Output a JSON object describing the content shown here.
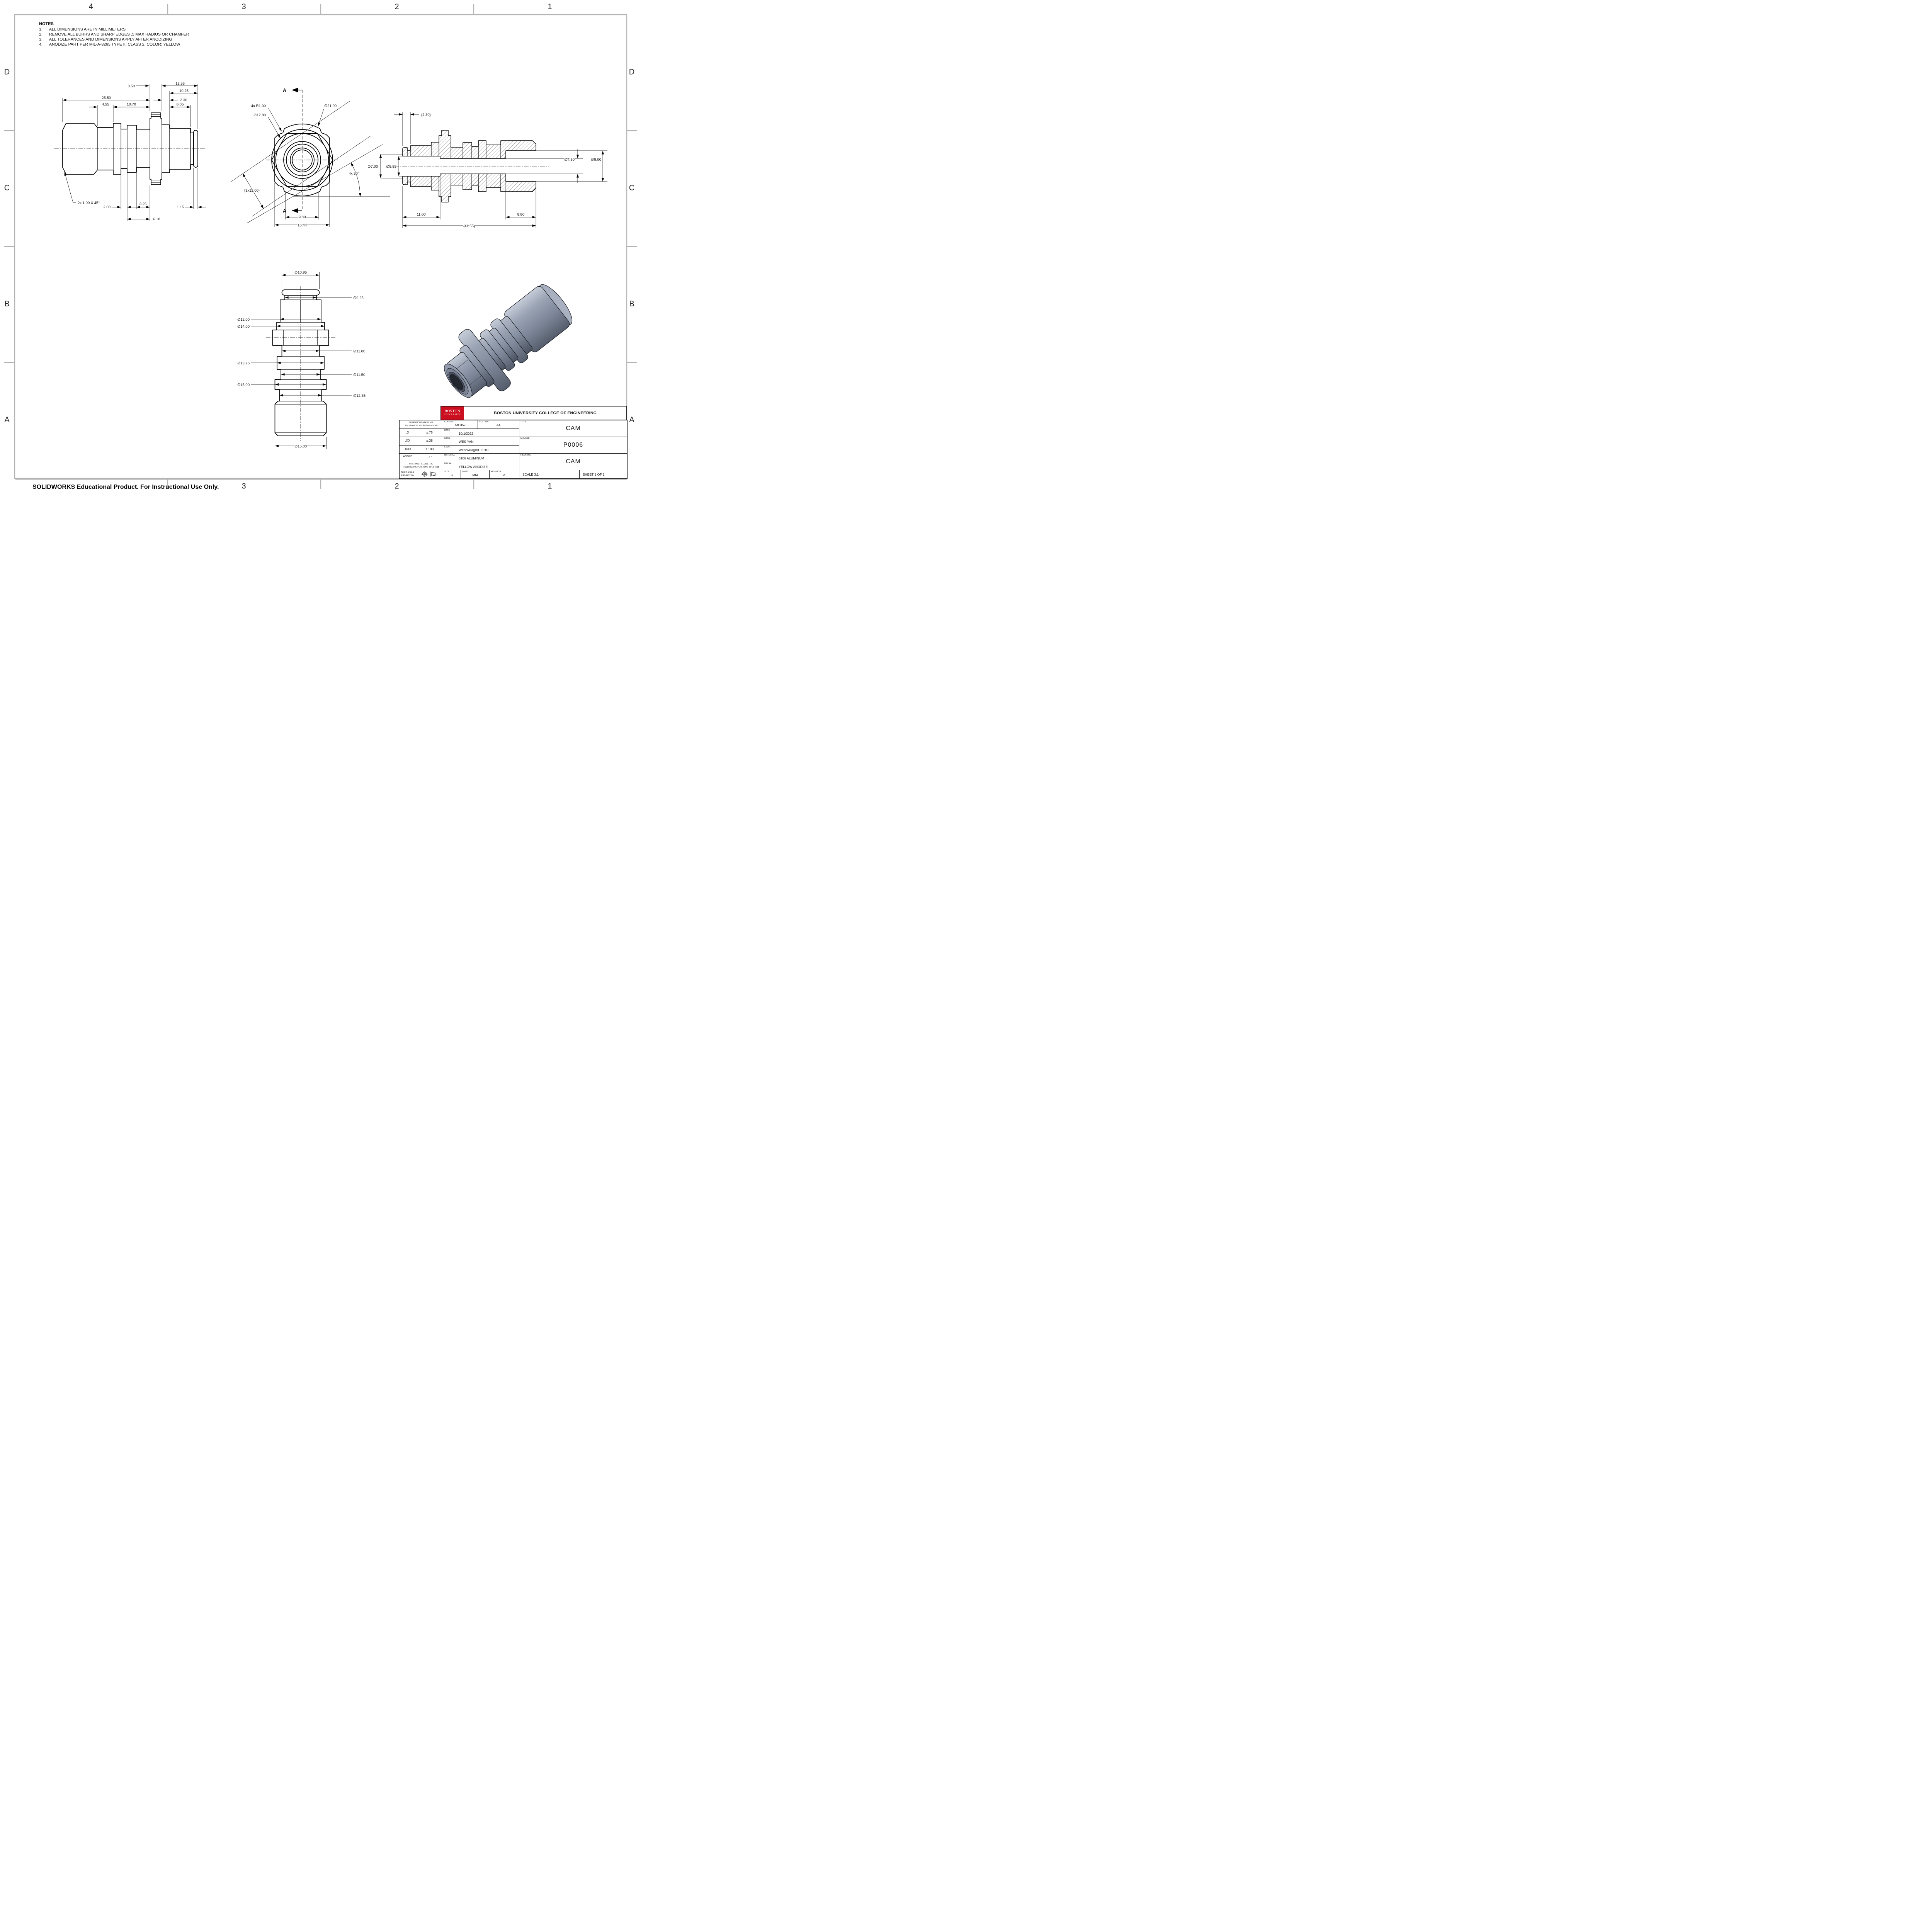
{
  "frame": {
    "zones_top": [
      "4",
      "3",
      "2",
      "1"
    ],
    "zones_bottom": [
      "3",
      "2",
      "1"
    ],
    "zones_left": [
      "D",
      "C",
      "B",
      "A"
    ],
    "zones_right": [
      "D",
      "C",
      "B",
      "A"
    ],
    "footer": "SOLIDWORKS Educational Product. For Instructional Use Only."
  },
  "notes": {
    "title": "NOTES",
    "items": [
      {
        "num": "1.",
        "text": "ALL DIMENSIONS ARE IN MILLIMETERS"
      },
      {
        "num": "2.",
        "text": "REMOVE ALL BURRS AND SHARP EDGES .5 MAX RADIUS OR CHAMFER"
      },
      {
        "num": "3.",
        "text": "ALL TOLERANCES AND DIMENSIONS APPLY AFTER ANODIZING"
      },
      {
        "num": "4.",
        "text": "ANODIZE PART PER MIL-A-8265 TYPE II. CLASS 2, COLOR: YELLOW"
      }
    ]
  },
  "side_view": {
    "dims": {
      "d3_50": "3.50",
      "d12_55": "12.55",
      "d10_25": "10.25",
      "d25_50": "25.50",
      "d2_30": "2.30",
      "d4_55": "4.55",
      "d10_70": "10.70",
      "d6_05": "6.05",
      "chamfer": "2x 1.00 X 45°",
      "d2_00": "2.00",
      "d3_25": "3.25",
      "d1_15": "1.15",
      "d6_10": "6.10"
    }
  },
  "front_view": {
    "section_label": "A",
    "dims": {
      "radius": "4x R1.00",
      "dia17_80": "∅17.80",
      "dia21_00": "∅21.00",
      "cam": "{3x12.00}",
      "angle": "4x 30°",
      "d9_80": "9.80",
      "d16_44": "16.44"
    }
  },
  "section_view": {
    "dims": {
      "d2_30": "{2.30}",
      "dia7": "∅7.00",
      "dia5_85": "∅5.85",
      "dia4_50": "∅4.50",
      "dia9": "∅9.00",
      "d11": "11.00",
      "d8_80": "8.80",
      "total": "{41.55}"
    }
  },
  "bottom_view": {
    "dims": {
      "dia10_95": "∅10.95",
      "dia9_25": "∅9.25",
      "dia12": "∅12.00",
      "dia14": "∅14.00",
      "dia11": "∅11.00",
      "dia13_75": "∅13.75",
      "dia11_50": "∅11.50",
      "dia15_left": "∅15.00",
      "dia12_35": "∅12.35",
      "dia15_bottom": "∅15.00"
    }
  },
  "title_block": {
    "logo_line1": "BOSTON",
    "logo_line2": "UNIVERSITY",
    "org": "BOSTON UNIVERSITY COLLEGE OF ENGINEERING",
    "tol_note1": "DIMENSIONS ARE IN MM",
    "tol_note2": "TOLERANCES EXCEPT AS NOTED",
    "tol_x_label": ".X",
    "tol_x": "±.75",
    "tol_xx_label": ".XX",
    "tol_xx": "±.38",
    "tol_xxx_label": ".XXX",
    "tol_xxx": "±.100",
    "angle_label": "ANGLE",
    "angle_tol": "±1°",
    "interpret1": "INTERPRET GEOMETRIC",
    "interpret2": "TOLERINCING PER: ASME Y14.5-2018",
    "third_angle1": "THIRD ANGLE",
    "third_angle2": "PROJECTION",
    "course_label": "COURSE",
    "course": "ME357",
    "section_label": "SECTION",
    "section": "A4",
    "date_label": "DATE",
    "date": "10/1/2022",
    "name_label": "NAME",
    "name": "WES YAN",
    "email_label": "EMAIL",
    "email": "WESYAN@BU.EDU",
    "material_label": "MATERIAL",
    "material": "6106 ALUMINUM",
    "finish_label": "FINISH",
    "finish": "YELLOW ANODIZE",
    "size_label": "SIZE",
    "size": "C",
    "units_label": "UNITS",
    "units": "MM",
    "revision_label": "REVISION",
    "revision": "A",
    "title_label": "TITLE",
    "title": "CAM",
    "number_label": "NUMBER",
    "number": "P0006",
    "filename_label": "FILENAME",
    "filename": "CAM",
    "scale": "SCALE 3:1",
    "sheet": "SHEET 1 OF 1"
  }
}
